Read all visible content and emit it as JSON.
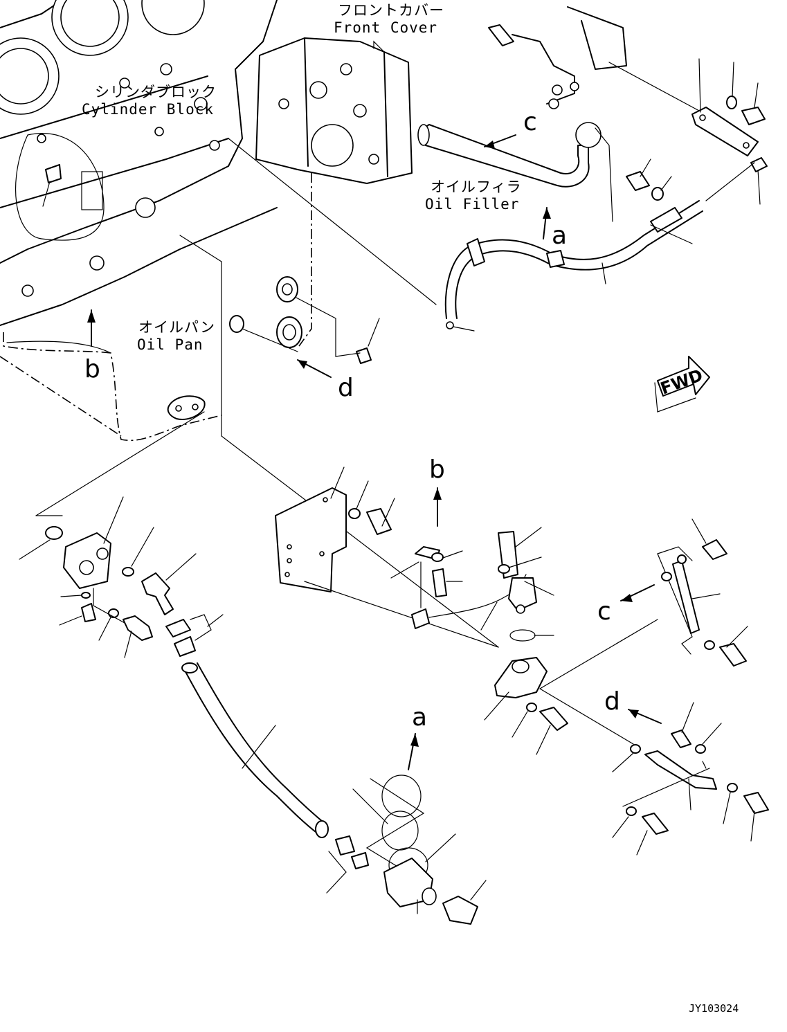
{
  "labels": {
    "front_cover_jp": "フロントカバー",
    "front_cover_en": "Front Cover",
    "cylinder_block_jp": "シリンダブロック",
    "cylinder_block_en": "Cylinder Block",
    "oil_filler_jp": "オイルフィラ",
    "oil_filler_en": "Oil Filler",
    "oil_pan_jp": "オイルパン",
    "oil_pan_en": "Oil Pan"
  },
  "callouts": {
    "a_top": "a",
    "a_bottom": "a",
    "b_top": "b",
    "b_bottom": "b",
    "c_top": "c",
    "c_bottom": "c",
    "d_top": "d",
    "d_bottom": "d"
  },
  "fwd": "FWD",
  "drawing_code": "JY103024"
}
